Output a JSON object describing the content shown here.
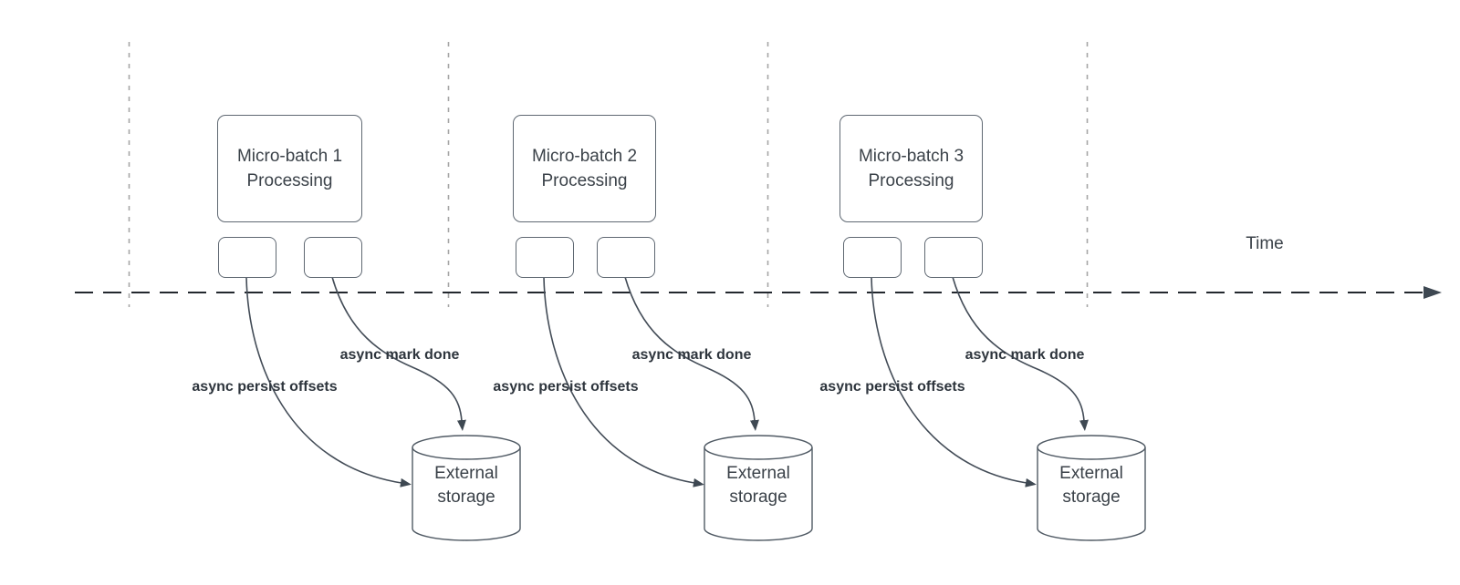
{
  "diagram": {
    "time_axis_label": "Time",
    "groups": [
      {
        "box_title_line1": "Micro-batch 1",
        "box_title_line2": "Processing",
        "persist_label": "async persist offsets",
        "mark_done_label": "async mark done",
        "storage_line1": "External",
        "storage_line2": "storage"
      },
      {
        "box_title_line1": "Micro-batch 2",
        "box_title_line2": "Processing",
        "persist_label": "async persist offsets",
        "mark_done_label": "async mark done",
        "storage_line1": "External",
        "storage_line2": "storage"
      },
      {
        "box_title_line1": "Micro-batch 3",
        "box_title_line2": "Processing",
        "persist_label": "async persist offsets",
        "mark_done_label": "async mark done",
        "storage_line1": "External",
        "storage_line2": "storage"
      }
    ],
    "colors": {
      "curve_stroke": "#434c57",
      "axis_stroke": "#23282e",
      "gridline_stroke": "#a6a6a6",
      "arrowhead_fill": "#3e4852",
      "shape_border": "#5f6872",
      "text": "#3b4249"
    }
  }
}
